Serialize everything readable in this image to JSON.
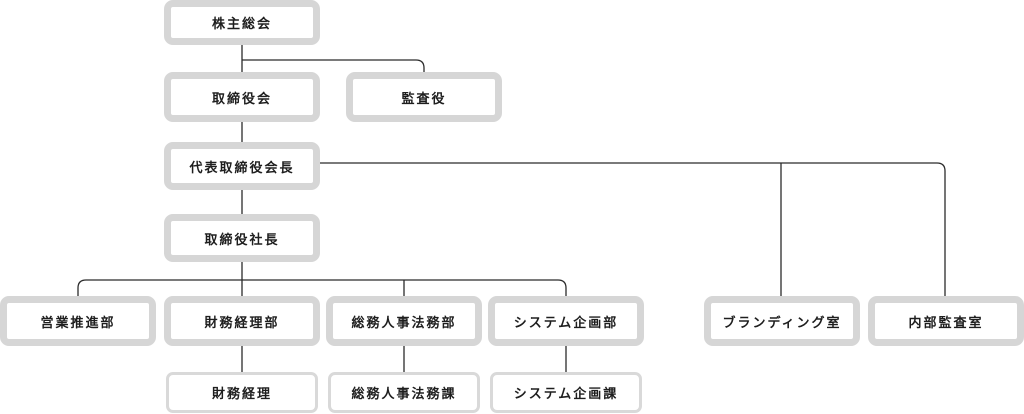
{
  "org_chart": {
    "shareholders_meeting": "株主総会",
    "board_of_directors": "取締役会",
    "auditor": "監査役",
    "chairman": "代表取締役会長",
    "president": "取締役社長",
    "departments": {
      "sales_promotion": "営業推進部",
      "finance_accounting": "財務経理部",
      "general_affairs_legal": "総務人事法務部",
      "system_planning": "システム企画部",
      "branding": "ブランディング室",
      "internal_audit": "内部監査室"
    },
    "sections": {
      "finance_accounting": "財務経理",
      "general_affairs_legal": "総務人事法務課",
      "system_planning": "システム企画課"
    }
  },
  "colors": {
    "box_border": "#d6d6d6",
    "connector": "#2b2b2b",
    "text": "#1e1e1e"
  }
}
